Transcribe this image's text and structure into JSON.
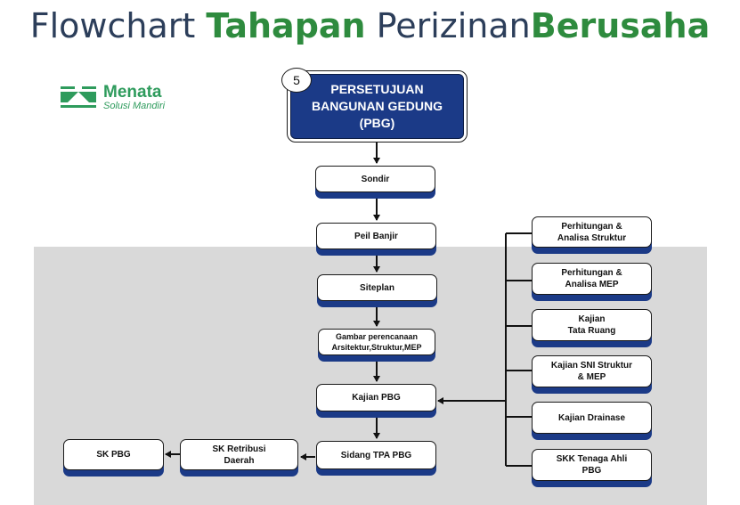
{
  "header": {
    "title_part1": "Flowchart ",
    "title_part2": "Tahapan",
    "title_part3": " Perizinan",
    "title_part4": "Berusaha"
  },
  "logo": {
    "brand": "Menata",
    "tagline": "Solusi Mandiri",
    "icon": "menata-logo-mark"
  },
  "colors": {
    "navy": "#1b3a87",
    "green": "#2e8b3e",
    "title_dark": "#2c3e5a",
    "panel_gray": "#d9d9d9"
  },
  "step_number": "5",
  "main_node": {
    "label": "PERSETUJUAN\nBANGUNAN GEDUNG\n(PBG)"
  },
  "flow_nodes": [
    {
      "id": "sondir",
      "label": "Sondir"
    },
    {
      "id": "peil-banjir",
      "label": "Peil Banjir"
    },
    {
      "id": "siteplan",
      "label": "Siteplan"
    },
    {
      "id": "gambar-perencanaan",
      "label": "Gambar perencanaan\nArsitektur,Struktur,MEP"
    },
    {
      "id": "kajian-pbg",
      "label": "Kajian PBG"
    },
    {
      "id": "sidang-tpa-pbg",
      "label": "Sidang TPA PBG"
    },
    {
      "id": "sk-retribusi-daerah",
      "label": "SK Retribusi\nDaerah"
    },
    {
      "id": "sk-pbg",
      "label": "SK PBG"
    }
  ],
  "side_nodes": [
    {
      "id": "perhitungan-analisa-struktur",
      "label": "Perhitungan &\nAnalisa Struktur"
    },
    {
      "id": "perhitungan-analisa-mep",
      "label": "Perhitungan &\nAnalisa MEP"
    },
    {
      "id": "kajian-tata-ruang",
      "label": "Kajian\nTata Ruang"
    },
    {
      "id": "kajian-sni-struktur-mep",
      "label": "Kajian SNI Struktur\n& MEP"
    },
    {
      "id": "kajian-drainase",
      "label": "Kajian Drainase"
    },
    {
      "id": "skk-tenaga-ahli-pbg",
      "label": "SKK Tenaga Ahli\nPBG"
    }
  ]
}
